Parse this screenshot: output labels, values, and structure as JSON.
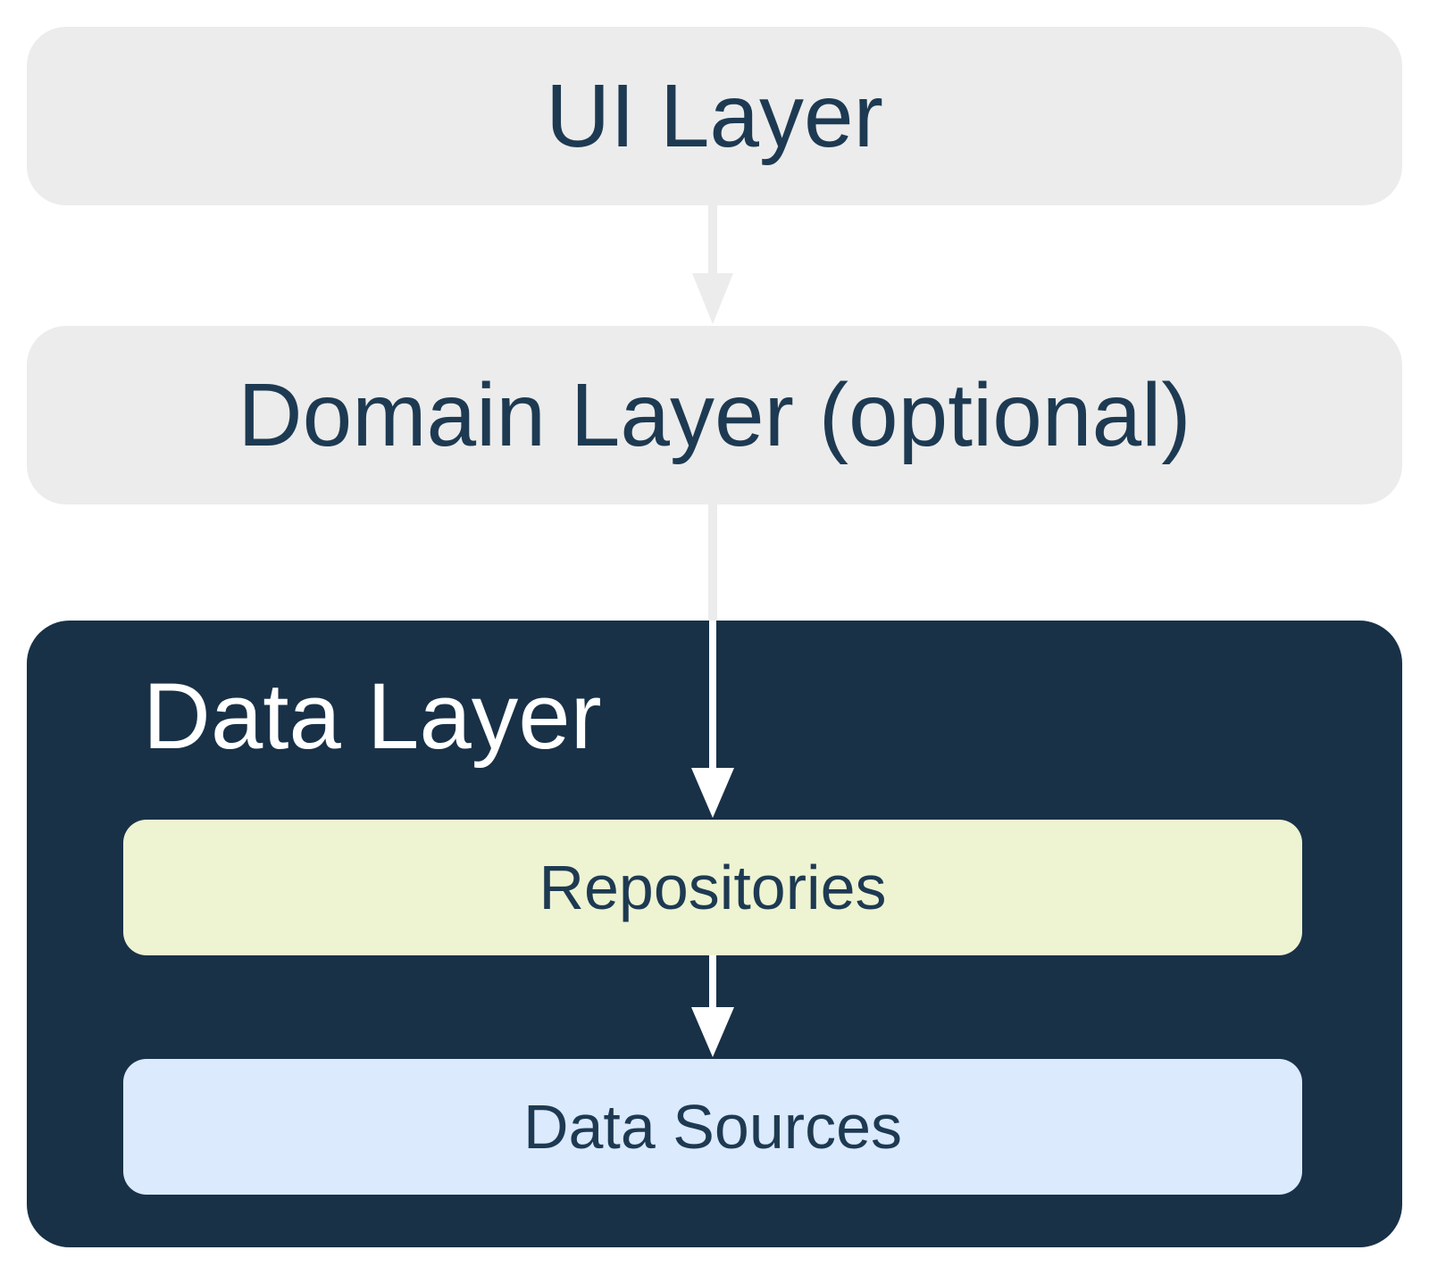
{
  "nodes": {
    "ui_layer": {
      "label": "UI Layer"
    },
    "domain_layer": {
      "label": "Domain Layer (optional)"
    },
    "data_layer": {
      "label": "Data Layer"
    },
    "repositories": {
      "label": "Repositories"
    },
    "data_sources": {
      "label": "Data Sources"
    }
  },
  "arrows": [
    {
      "from": "ui_layer",
      "to": "domain_layer"
    },
    {
      "from": "domain_layer",
      "to": "repositories"
    },
    {
      "from": "repositories",
      "to": "data_sources"
    }
  ],
  "colors": {
    "background": "#ffffff",
    "layer_box_gray": "#ececec",
    "data_layer_navy": "#183147",
    "repositories_fill": "#eef3d2",
    "data_sources_fill": "#dbeafd",
    "heading_text": "#1d3a52",
    "data_layer_title_text": "#ffffff",
    "arrow_gray": "#ececec",
    "arrow_white": "#ffffff"
  }
}
